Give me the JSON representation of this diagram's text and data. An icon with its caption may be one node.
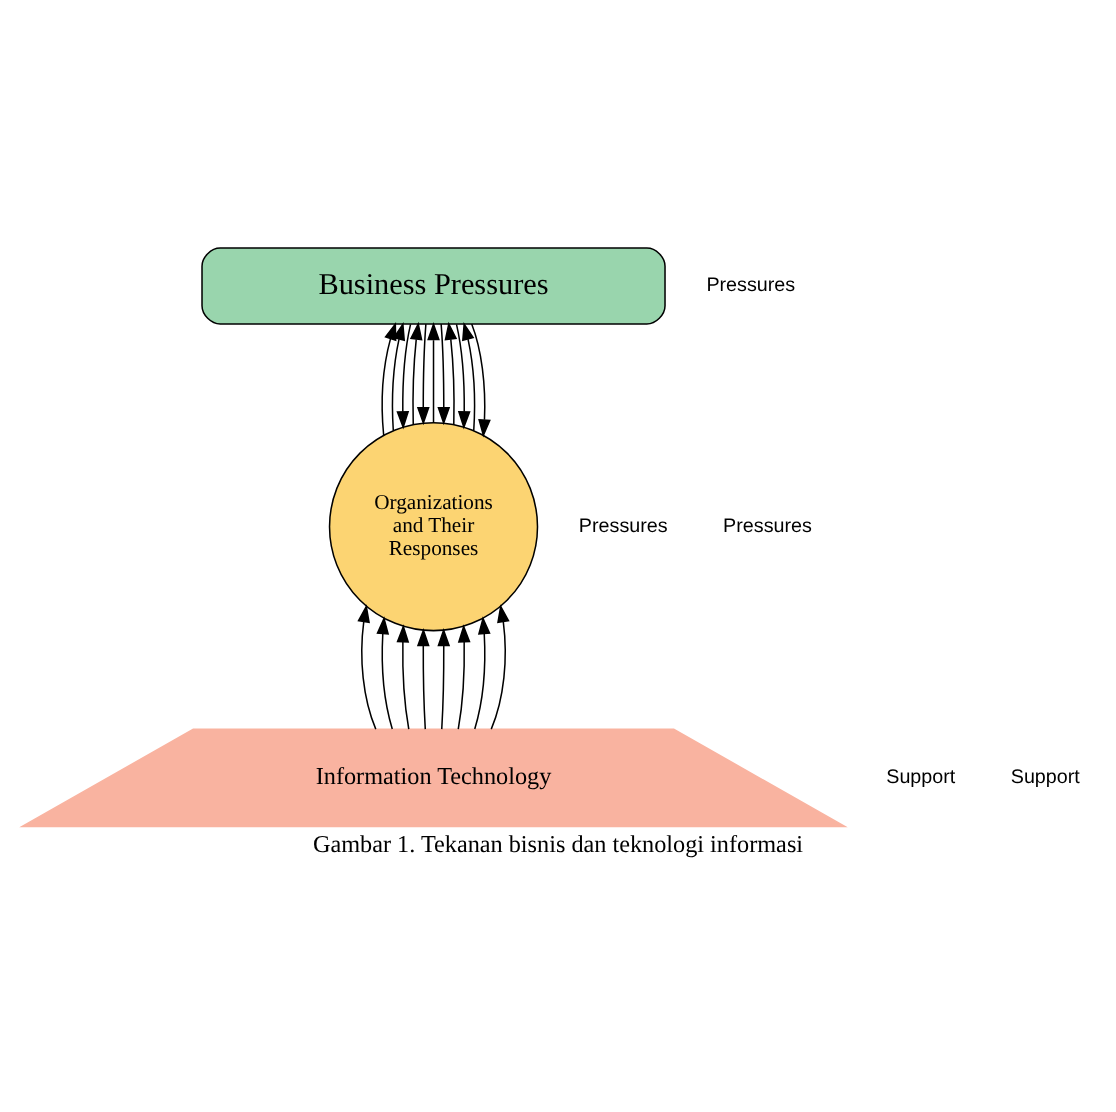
{
  "diagram": {
    "caption": "Gambar 1. Tekanan bisnis dan teknologi informasi",
    "nodes": [
      {
        "text": [
          "Business Pressures"
        ]
      },
      {
        "text": [
          "Organizations and Their Responses"
        ]
      },
      {
        "text": [
          "Information Technology"
        ]
      }
    ],
    "edges": [
      {
        "from": 0,
        "to": 1,
        "arrow": "to"
      },
      {
        "from": 0,
        "to": 1,
        "arrow": "to"
      },
      {
        "from": 0,
        "to": 1,
        "arrow": "to"
      },
      {
        "from": 0,
        "to": 1,
        "arrow": "to"
      },
      {
        "from": 0,
        "to": 1,
        "arrow": "to"
      },
      {
        "from": 1,
        "to": 0,
        "arrow": "to"
      },
      {
        "from": 1,
        "to": 0,
        "arrow": "to"
      },
      {
        "from": 1,
        "to": 0,
        "arrow": "to"
      },
      {
        "from": 1,
        "to": 0,
        "arrow": "to"
      },
      {
        "from": 1,
        "to": 0,
        "arrow": "to"
      },
      {
        "from": 1,
        "to": 0,
        "arrow": "to"
      },
      {
        "from": 2,
        "to": 1,
        "arrow": "to"
      },
      {
        "from": 2,
        "to": 1,
        "arrow": "to"
      },
      {
        "from": 2,
        "to": 1,
        "arrow": "to"
      },
      {
        "from": 2,
        "to": 1,
        "arrow": "to"
      },
      {
        "from": 2,
        "to": 1,
        "arrow": "to"
      },
      {
        "from": 2,
        "to": 1,
        "arrow": "to"
      },
      {
        "from": 2,
        "to": 1,
        "arrow": "to"
      },
      {
        "from": 2,
        "to": 1,
        "arrow": "to"
      }
    ],
    "labels": [
      "Pressures",
      "Pressures",
      "Pressures",
      "Support",
      "Support"
    ]
  }
}
